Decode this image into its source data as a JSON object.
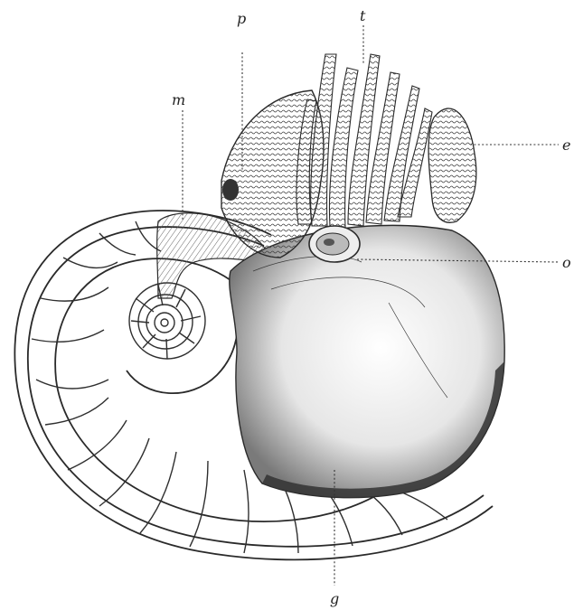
{
  "figure": {
    "description_labels": [
      {
        "key": "p",
        "text": "p"
      },
      {
        "key": "t",
        "text": "t"
      },
      {
        "key": "m",
        "text": "m"
      },
      {
        "key": "e",
        "text": "e"
      },
      {
        "key": "o",
        "text": "o"
      },
      {
        "key": "g",
        "text": "g"
      }
    ]
  },
  "labels": {
    "p": "p",
    "t": "t",
    "m": "m",
    "e": "e",
    "o": "o",
    "g": "g"
  },
  "colors": {
    "ink": "#2a2a2a",
    "paper": "#ffffff",
    "shade": "#9a9a9a",
    "dark": "#3a3a3a"
  }
}
